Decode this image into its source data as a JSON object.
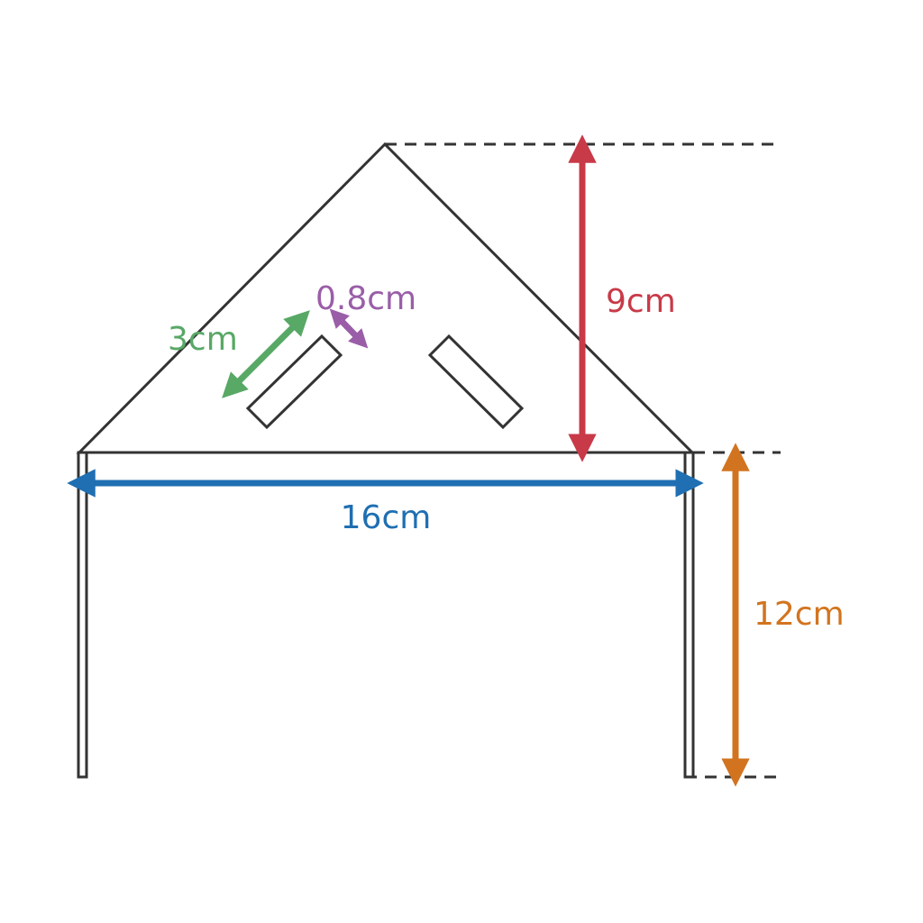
{
  "dimensions": {
    "height_triangle": {
      "label": "9cm",
      "color": "#c83a48"
    },
    "width": {
      "label": "16cm",
      "color": "#1f6fb2"
    },
    "height_walls": {
      "label": "12cm",
      "color": "#d2741f"
    },
    "slot_length": {
      "label": "3cm",
      "color": "#58a866"
    },
    "slot_gap": {
      "label": "0.8cm",
      "color": "#9a5ea8"
    }
  },
  "colors": {
    "outline": "#333333",
    "background": "#ffffff"
  }
}
